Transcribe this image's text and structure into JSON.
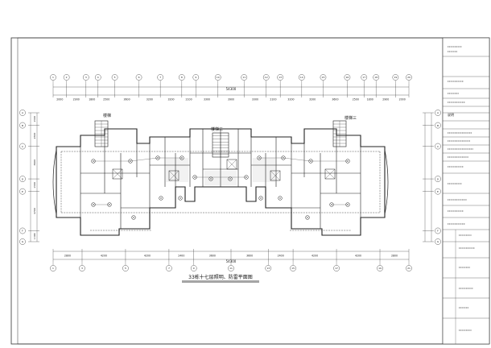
{
  "drawing": {
    "title": "33栋十七层照明、防雷平面图",
    "overall_dimension": "54300",
    "stair_labels": [
      "楼梯",
      "楼梯二",
      "楼梯三"
    ],
    "top_dimensions": [
      "2000",
      "2900",
      "1800",
      "2500",
      "3600",
      "3200",
      "3200",
      "2100",
      "3300",
      "3900",
      "3300",
      "2100",
      "3200",
      "3200",
      "3600",
      "2500",
      "1800",
      "2900",
      "2000"
    ],
    "bottom_dimensions": [
      "2800",
      "4200",
      "4200",
      "2400",
      "3600",
      "3600",
      "2400",
      "4200",
      "4200",
      "2800"
    ],
    "left_dimensions": [
      "1500",
      "2500",
      "3900",
      "1500",
      "4700",
      "1300"
    ],
    "column_markers": [
      "1",
      "2",
      "3",
      "4",
      "5",
      "6",
      "7",
      "8",
      "9",
      "10",
      "11",
      "12",
      "13",
      "14",
      "15",
      "16",
      "17",
      "18",
      "19",
      "20",
      "21",
      "22",
      "23",
      "24"
    ],
    "row_markers": [
      "A",
      "B",
      "C",
      "D",
      "E",
      "F",
      "G"
    ]
  },
  "title_block": {
    "company": "",
    "notes_header": "说明",
    "rows": [
      "",
      "",
      "",
      "",
      "",
      "",
      "",
      "",
      "",
      "",
      "",
      "",
      "",
      "",
      "",
      "",
      "",
      "",
      "",
      "",
      "",
      ""
    ]
  }
}
